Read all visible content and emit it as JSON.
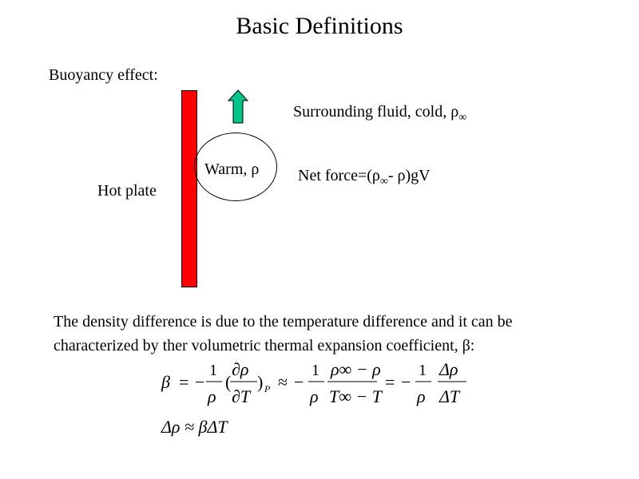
{
  "slide": {
    "title": "Basic Definitions",
    "buoyancy_heading": "Buoyancy effect:",
    "surrounding_label": "Surrounding fluid, cold, ρ",
    "surrounding_sub": "∞",
    "warm_label": "Warm, ρ",
    "net_force_label": "Net force=(ρ",
    "net_force_sub": "∞",
    "net_force_tail": "- ρ)gV",
    "hot_plate_label": "Hot plate",
    "paragraph_line1": "The density difference is due to the temperature difference and it can be",
    "paragraph_line2": "characterized by ther volumetric thermal expansion coefficient, β:"
  },
  "equations": {
    "beta": "β",
    "eq": "=",
    "minus": "−",
    "one": "1",
    "rho": "ρ",
    "drho": "∂ρ",
    "dT": "∂T",
    "sub_p": "P",
    "approx": "≈",
    "rho_inf_minus_rho": "ρ∞ − ρ",
    "T_inf_minus_T": "T∞ − T",
    "Delta_rho": "Δρ",
    "Delta_T": "ΔT",
    "eq2": "Δρ ≈ βΔT",
    "paren_open": "(",
    "paren_close": ")"
  },
  "colors": {
    "hot_plate": "#ff0000",
    "arrow": "#00c68c"
  }
}
